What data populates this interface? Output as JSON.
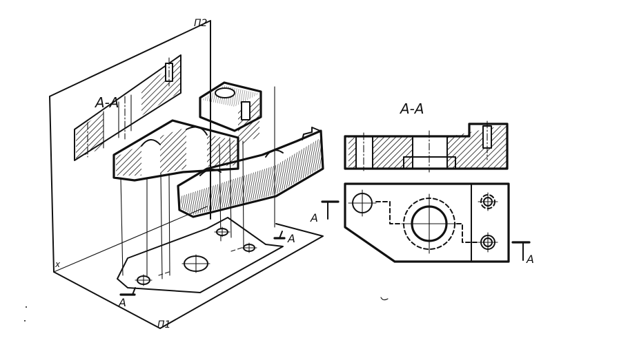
{
  "labels": {
    "plane_front": "П2",
    "plane_horizontal": "П1",
    "axis_x": "x",
    "section_title_pictorial": "А-А",
    "section_title_drawing": "А-А",
    "cut_mark": "А"
  },
  "colors": {
    "ink": "#111111",
    "paper": "#ffffff"
  }
}
